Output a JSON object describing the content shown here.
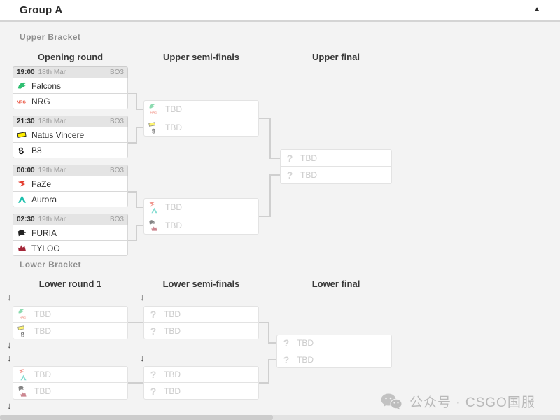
{
  "header": {
    "title": "Group A"
  },
  "icons": {
    "collapse": "▲",
    "drop_arrow": "↓",
    "unknown": "?"
  },
  "upper": {
    "label": "Upper Bracket",
    "round_headers": {
      "r1": "Opening round",
      "r2": "Upper semi-finals",
      "r3": "Upper final"
    },
    "matches": [
      {
        "time": "19:00",
        "date": "18th Mar",
        "format": "BO3",
        "team1": "Falcons",
        "team2": "NRG"
      },
      {
        "time": "21:30",
        "date": "18th Mar",
        "format": "BO3",
        "team1": "Natus Vincere",
        "team2": "B8"
      },
      {
        "time": "00:00",
        "date": "19th Mar",
        "format": "BO3",
        "team1": "FaZe",
        "team2": "Aurora"
      },
      {
        "time": "02:30",
        "date": "19th Mar",
        "format": "BO3",
        "team1": "FURIA",
        "team2": "TYLOO"
      }
    ],
    "semis": [
      {
        "slot1": "TBD",
        "slot2": "TBD"
      },
      {
        "slot1": "TBD",
        "slot2": "TBD"
      }
    ],
    "final": {
      "slot1": "TBD",
      "slot2": "TBD"
    }
  },
  "lower": {
    "label": "Lower Bracket",
    "round_headers": {
      "r1": "Lower round 1",
      "r2": "Lower semi-finals",
      "r3": "Lower final"
    },
    "round1": [
      {
        "slot1": "TBD",
        "slot2": "TBD"
      },
      {
        "slot1": "TBD",
        "slot2": "TBD"
      }
    ],
    "semis": [
      {
        "slot1": "TBD",
        "slot2": "TBD"
      },
      {
        "slot1": "TBD",
        "slot2": "TBD"
      }
    ],
    "final": {
      "slot1": "TBD",
      "slot2": "TBD"
    }
  },
  "teams": {
    "falcons": {
      "name": "Falcons",
      "color": "#2fbf71"
    },
    "nrg": {
      "name": "NRG",
      "color": "#e8442e"
    },
    "navi": {
      "name": "Natus Vincere",
      "color": "#ffee00"
    },
    "b8": {
      "name": "B8",
      "color": "#1a1a1a"
    },
    "faze": {
      "name": "FaZe",
      "color": "#e43d30"
    },
    "aurora": {
      "name": "Aurora",
      "color": "#1fc0ad"
    },
    "furia": {
      "name": "FURIA",
      "color": "#222222"
    },
    "tyloo": {
      "name": "TYLOO",
      "color": "#a32638"
    }
  },
  "watermark": {
    "text": "公众号 · CSGO国服"
  }
}
